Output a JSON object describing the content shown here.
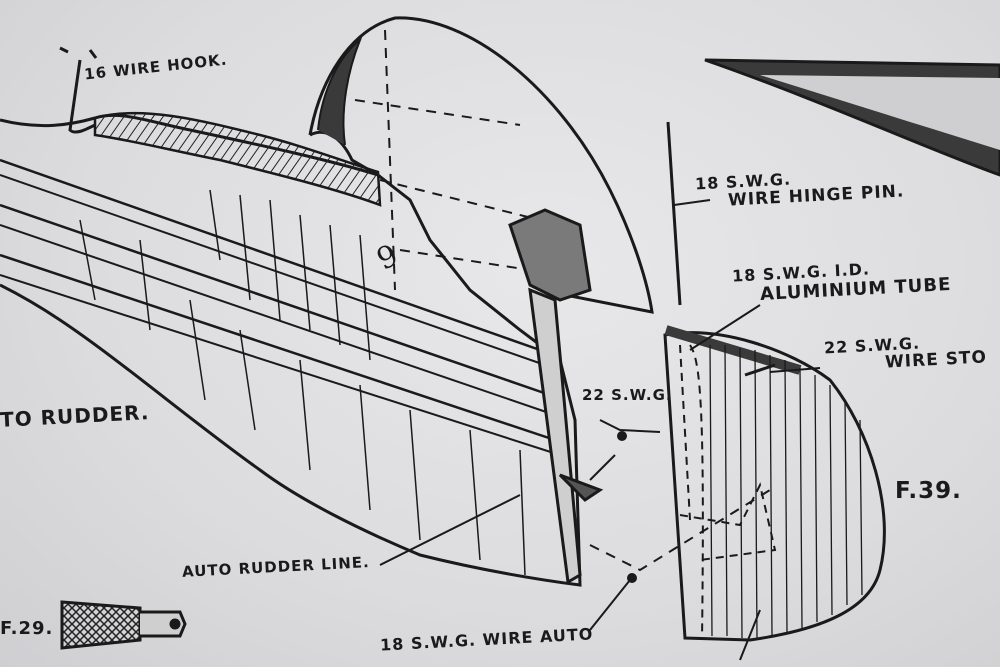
{
  "drawing": {
    "labels": {
      "wire_hook": "16 WIRE HOOK.",
      "hinge_pin_gauge": "18 S.W.G.",
      "hinge_pin": "WIRE HINGE PIN.",
      "tube_gauge": "18 S.W.G. I.D.",
      "tube": "ALUMINIUM TUBE",
      "stop_gauge": "22 S.W.G.",
      "stop": "WIRE STO",
      "small_gauge": "22 S.W.G.",
      "auto_rudder": "TO RUDDER.",
      "auto_rudder_line": "AUTO RUDDER LINE.",
      "wire_auto": "18 S.W.G. WIRE AUTO",
      "fig_39": "F.39.",
      "fig_29": "F.29.",
      "part_marker": "9"
    }
  }
}
